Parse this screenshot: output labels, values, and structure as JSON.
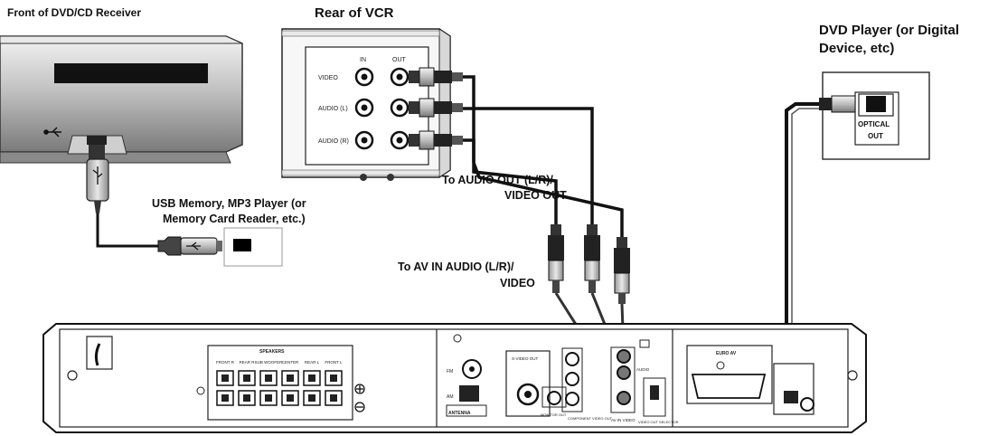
{
  "labels": {
    "front_receiver": "Front of DVD/CD Receiver",
    "rear_vcr": "Rear of VCR",
    "dvd_player_line1": "DVD Player (or Digital",
    "dvd_player_line2": "Device, etc)",
    "usb_line1": "USB Memory, MP3 Player (or",
    "usb_line2": "Memory Card Reader, etc.)",
    "audio_out_line1": "To AUDIO OUT (L/R)/",
    "audio_out_line2": "VIDEO OUT",
    "av_in_line1": "To AV IN AUDIO (L/R)/",
    "av_in_line2": "VIDEO"
  },
  "vcr": {
    "in_label": "IN",
    "out_label": "OUT",
    "rows": [
      "VIDEO",
      "AUDIO (L)",
      "AUDIO (R)"
    ]
  },
  "dvd_player": {
    "optical_line1": "OPTICAL",
    "optical_line2": "OUT"
  },
  "receiver_rear": {
    "speakers_title": "SPEAKERS",
    "speaker_columns": [
      "FRONT R",
      "REAR R",
      "SUB WOOFER",
      "CENTER",
      "REAR L",
      "FRONT L"
    ],
    "antenna_label": "ANTENNA",
    "fm_label": "FM",
    "am_label": "AM",
    "svideo_label": "S-VIDEO OUT",
    "monitor_label": "MONITOR OUT",
    "component_label": "COMPONENT VIDEO OUT",
    "avin_label": "AV IN VIDEO",
    "audio_label": "AUDIO",
    "euro_av_label": "EURO AV",
    "video_selector_label": "VIDEO OUT SELECTOR"
  }
}
